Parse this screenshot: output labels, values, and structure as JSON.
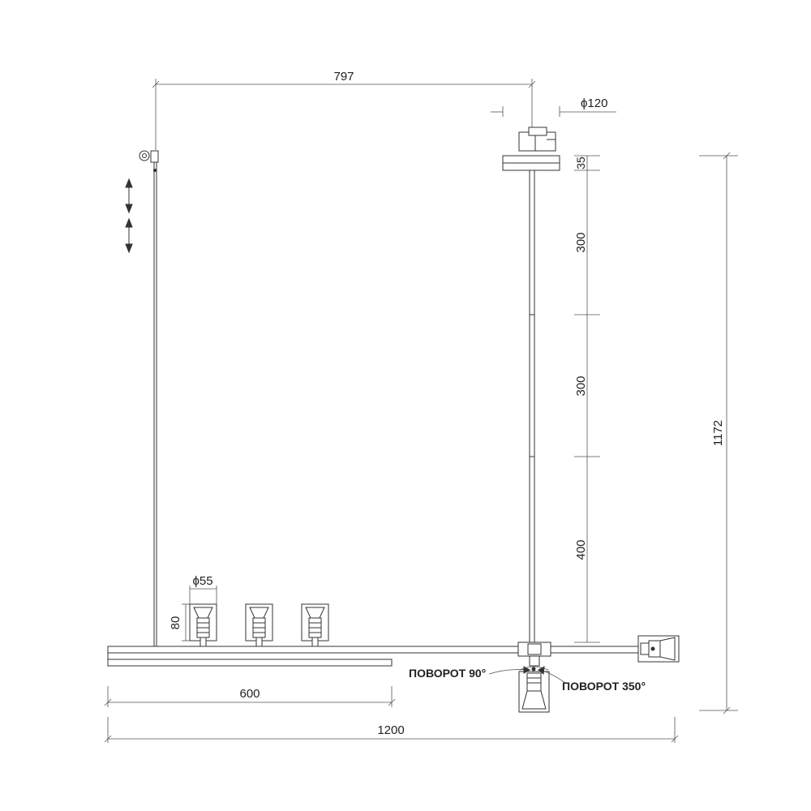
{
  "drawing": {
    "dimensions": {
      "span_top": "797",
      "canopy_diameter": "ϕ120",
      "canopy_height": "35",
      "rod_segment_1": "300",
      "rod_segment_2": "300",
      "rod_segment_3": "400",
      "total_height": "1172",
      "shade_diameter": "ϕ55",
      "shade_height": "80",
      "half_length": "600",
      "total_length": "1200"
    },
    "annotations": {
      "rotate_90": "ПОВОРОТ 90°",
      "rotate_350": "ПОВОРОТ 350°"
    }
  }
}
